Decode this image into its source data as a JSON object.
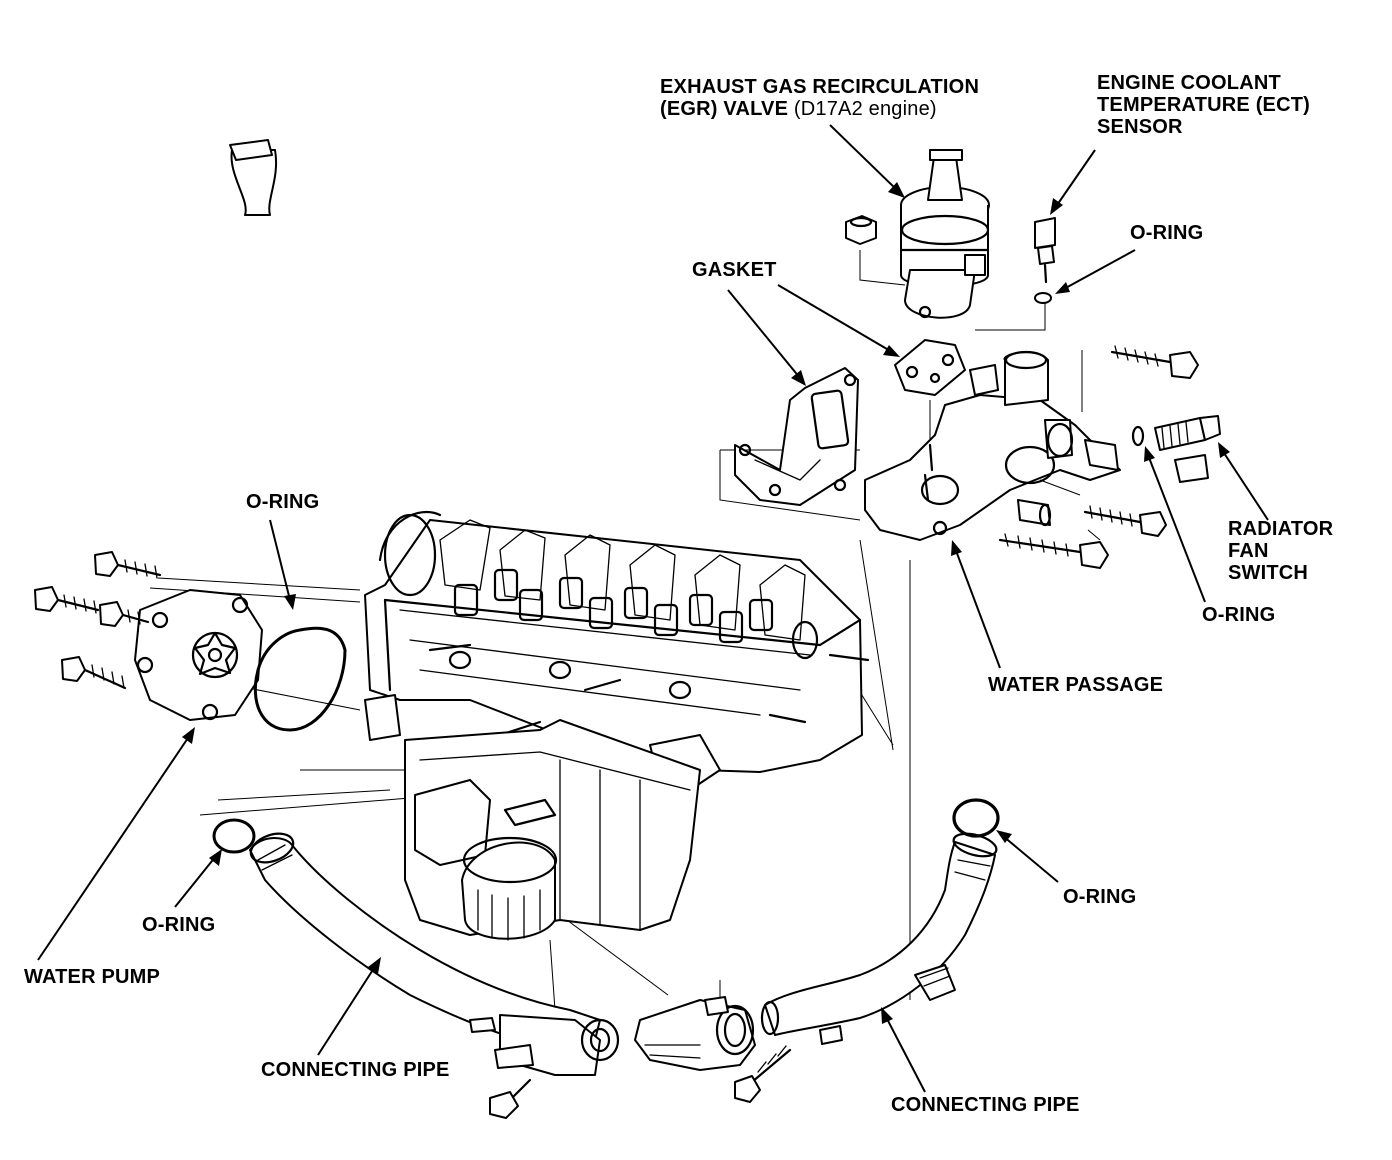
{
  "labels": {
    "egr_line1": "EXHAUST GAS RECIRCULATION",
    "egr_line2_bold": "(EGR) VALVE",
    "egr_line2_normal": " (D17A2 engine)",
    "ect_line1": "ENGINE COOLANT",
    "ect_line2": "TEMPERATURE (ECT)",
    "ect_line3": "SENSOR",
    "oring_ect": "O-RING",
    "gasket": "GASKET",
    "oring_water_pump": "O-RING",
    "radiator_line1": "RADIATOR",
    "radiator_line2": "FAN",
    "radiator_line3": "SWITCH",
    "oring_radiator": "O-RING",
    "water_passage": "WATER PASSAGE",
    "oring_right_pipe": "O-RING",
    "oring_left_pipe": "O-RING",
    "water_pump": "WATER PUMP",
    "connecting_pipe_left": "CONNECTING PIPE",
    "connecting_pipe_right": "CONNECTING PIPE"
  }
}
